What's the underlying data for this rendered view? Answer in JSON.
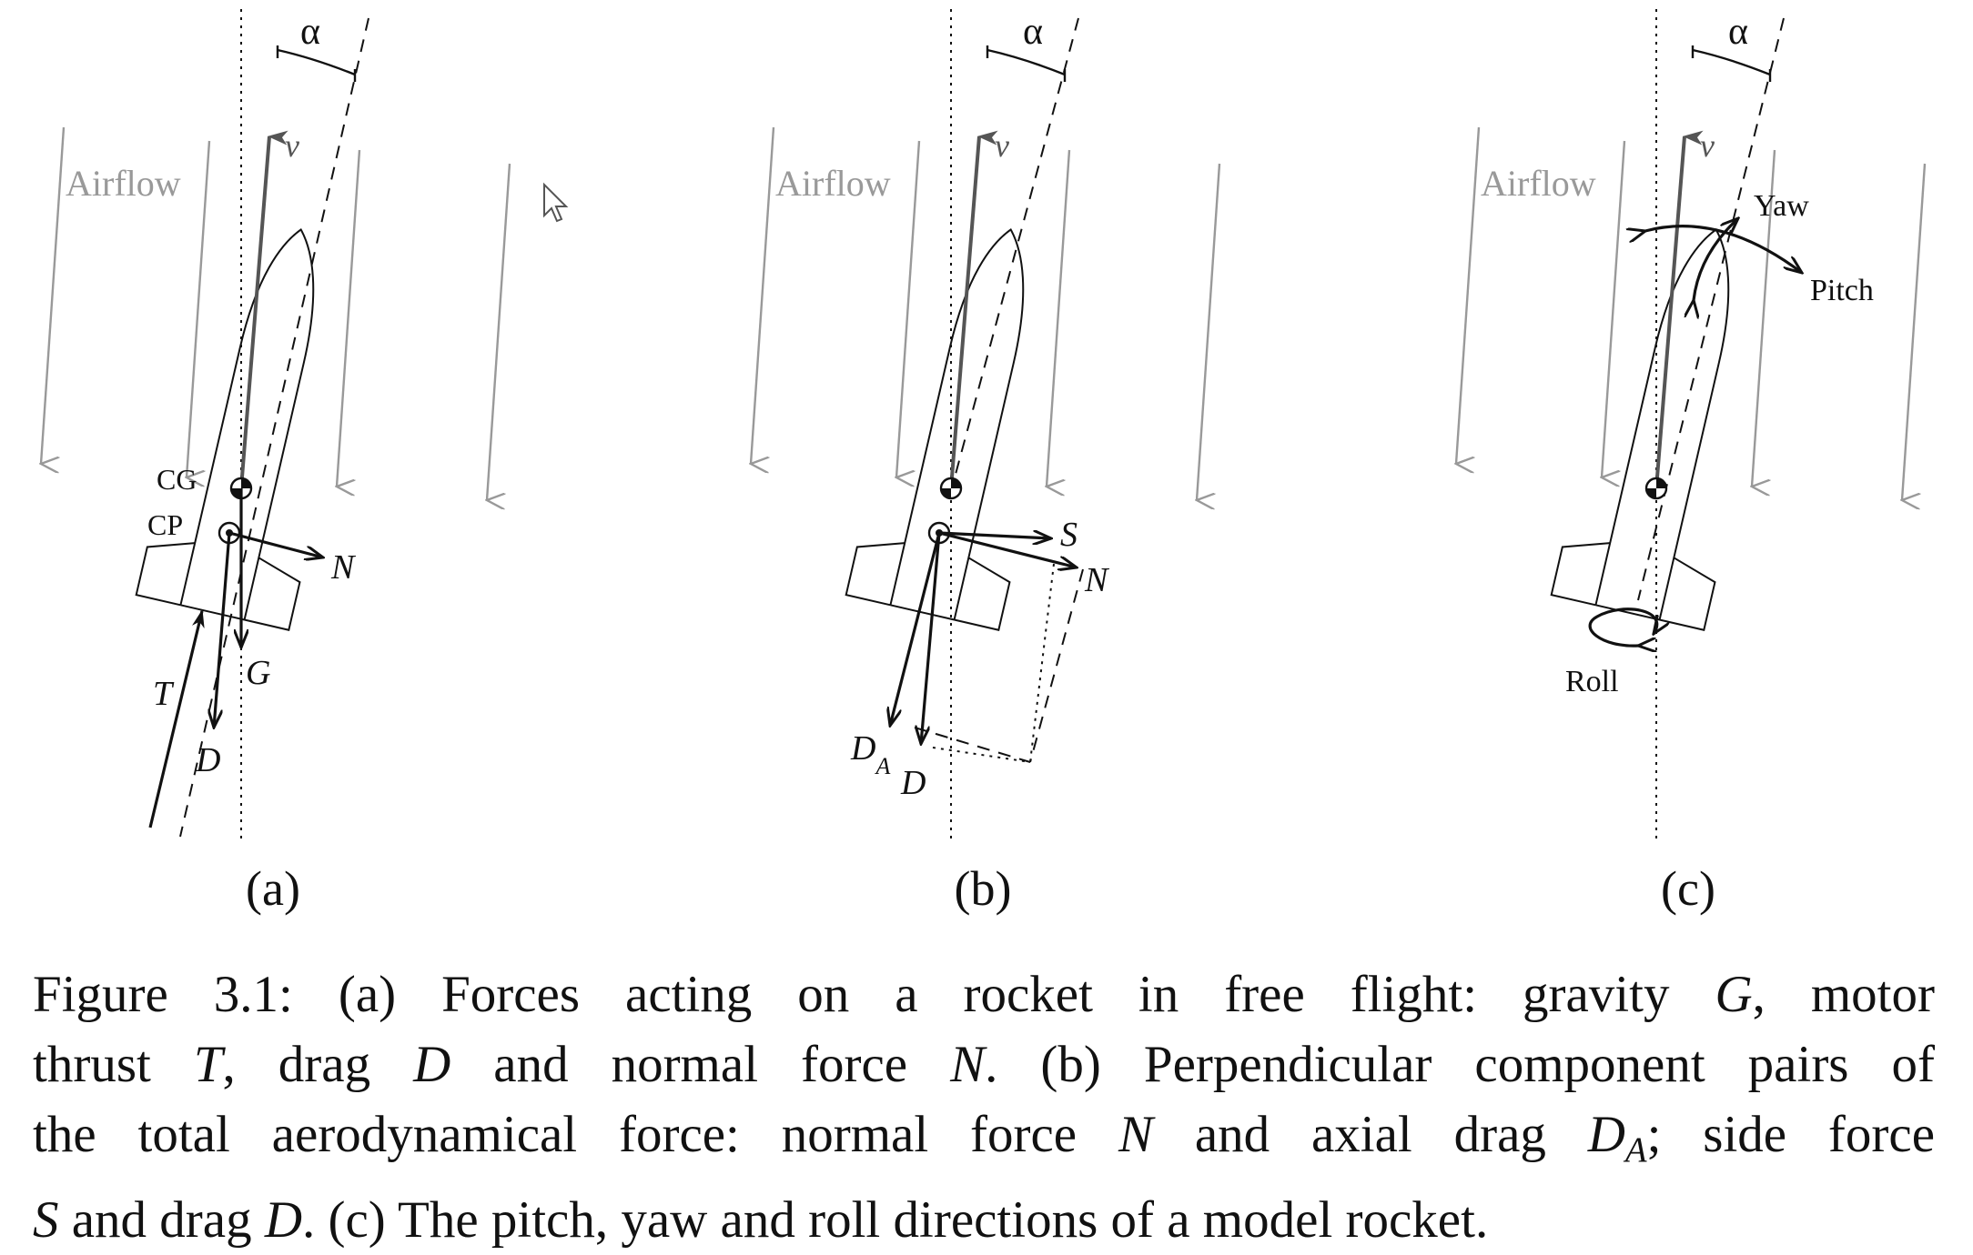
{
  "panels": [
    {
      "panel_label": "(a)",
      "angle_label": "α",
      "velocity_label": "v",
      "airflow_label": "Airflow",
      "cg_label": "CG",
      "cp_label": "CP",
      "force_labels": {
        "normal": "N",
        "gravity": "G",
        "thrust": "T",
        "drag": "D"
      }
    },
    {
      "panel_label": "(b)",
      "angle_label": "α",
      "velocity_label": "v",
      "airflow_label": "Airflow",
      "force_labels": {
        "side": "S",
        "normal": "N",
        "axial_drag": "D",
        "axial_drag_subscript": "A",
        "drag": "D"
      }
    },
    {
      "panel_label": "(c)",
      "angle_label": "α",
      "velocity_label": "v",
      "airflow_label": "Airflow",
      "rotation_labels": {
        "yaw": "Yaw",
        "pitch": "Pitch",
        "roll": "Roll"
      }
    }
  ],
  "caption": {
    "line1": {
      "a": "Figure 3.1:  (a) Forces acting on a rocket in free flight:  gravity ",
      "G": "G",
      "b": ", motor"
    },
    "line2": {
      "a": "thrust ",
      "T": "T",
      "b": ", drag ",
      "D": "D",
      "c": " and normal force ",
      "N": "N",
      "d": ".  (b) Perpendicular component pairs of"
    },
    "line3": {
      "a": "the total aerodynamical force:  normal force ",
      "N": "N",
      "b": " and axial drag ",
      "D": "D",
      "A": "A",
      "c": "; side force"
    },
    "line4": {
      "S": "S",
      "a": " and drag ",
      "D": "D",
      "b": ".  (c) The pitch, yaw and roll directions of a model rocket."
    }
  },
  "colors": {
    "ink": "#111111",
    "airflow": "#999999",
    "velocity": "#555555"
  },
  "icons": [
    "mouse-cursor-icon",
    "cg-marker-icon",
    "cp-marker-icon"
  ]
}
